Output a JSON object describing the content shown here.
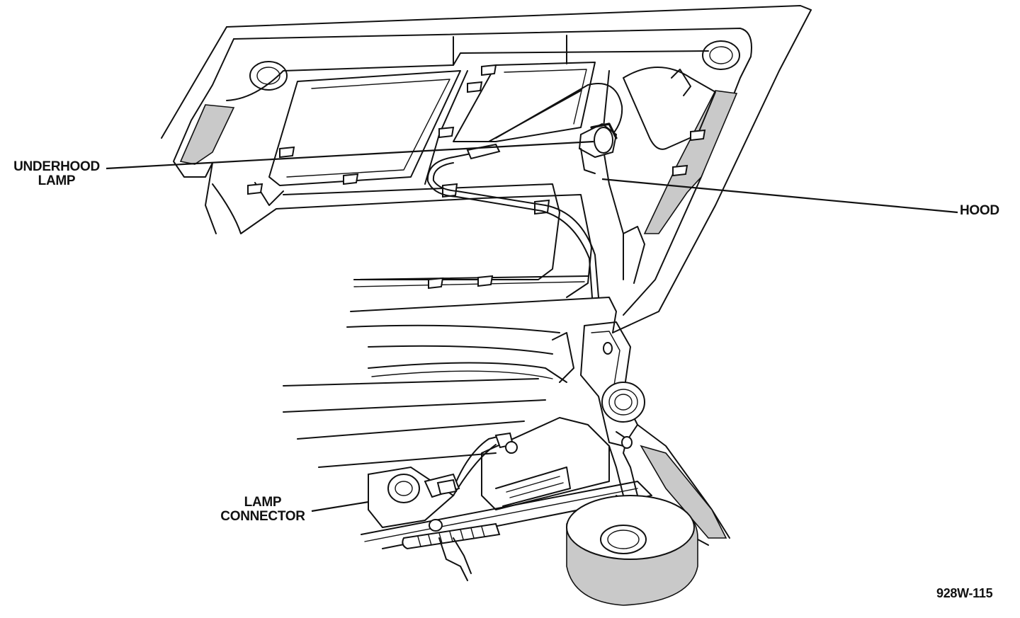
{
  "labels": {
    "underhood_lamp_line1": "UNDERHOOD",
    "underhood_lamp_line2": "LAMP",
    "hood": "HOOD",
    "lamp_connector_line1": "LAMP",
    "lamp_connector_line2": "CONNECTOR",
    "figure_id": "928W-115"
  }
}
